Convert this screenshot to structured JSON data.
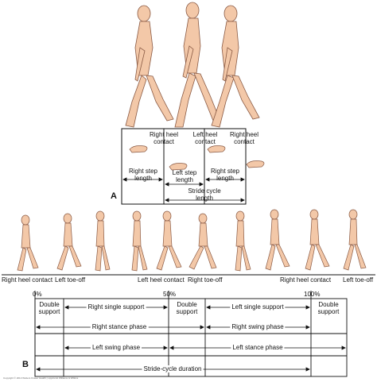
{
  "panel_a": {
    "label": "A",
    "labels": {
      "right_heel_contact": "Right heel contact",
      "left_heel_contact": "Left heel contact",
      "right_heel_contact_2": "Right heel contact",
      "right_step_length": "Right step length",
      "left_step_length": "Left step length",
      "right_step_length_2": "Right step length",
      "stride_cycle_length": "Stride cycle length"
    }
  },
  "panel_b": {
    "label": "B",
    "events": {
      "right_heel_contact": "Right heel contact",
      "left_toe_off": "Left toe-off",
      "left_heel_contact": "Left heel contact",
      "right_toe_off": "Right toe-off",
      "right_heel_contact_2": "Right heel contact",
      "left_toe_off_2": "Left toe-off"
    },
    "percents": {
      "p0": "0%",
      "p50": "50%",
      "p100": "100%"
    },
    "phases": {
      "double_support_1": "Double support",
      "right_single_support": "Right single support",
      "double_support_2": "Double support",
      "left_single_support": "Left single support",
      "double_support_3": "Double support",
      "right_stance_phase": "Right stance phase",
      "right_swing_phase": "Right swing phase",
      "left_swing_phase": "Left swing phase",
      "left_stance_phase": "Left stance phase",
      "stride_cycle_duration": "Stride-cycle duration"
    },
    "copyright": "Copyright © 2013 Wolters Kluwer Health | Lippincott Williams & Wilkins"
  },
  "colors": {
    "skin": "#f3c8a8",
    "outline": "#8a5a44",
    "line": "#111111"
  }
}
